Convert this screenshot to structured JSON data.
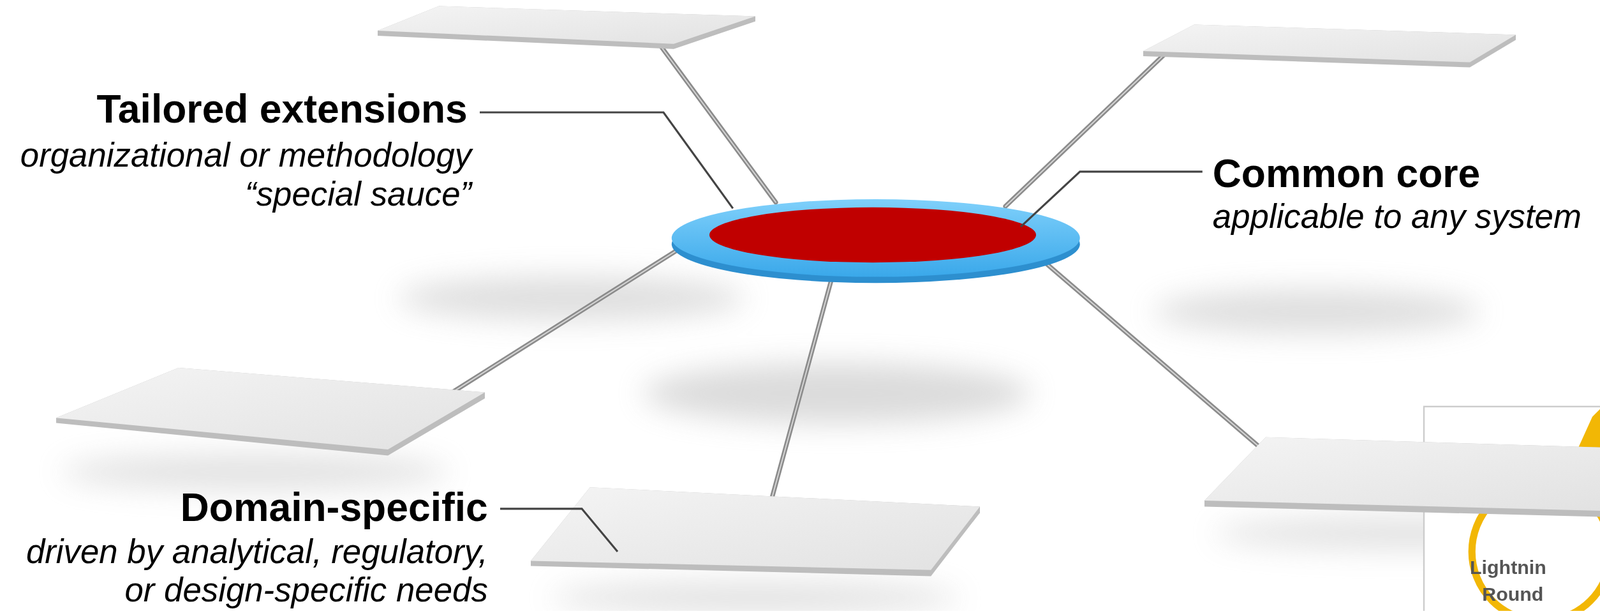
{
  "diagram": {
    "labels": [
      "Tailored extensions",
      "organizational or methodology “special sauce”",
      "Common core",
      "applicable to any system",
      "Domain-specific",
      "driven by analytical, regulatory, or design-specific needs",
      "Lightnin",
      "Round"
    ]
  }
}
